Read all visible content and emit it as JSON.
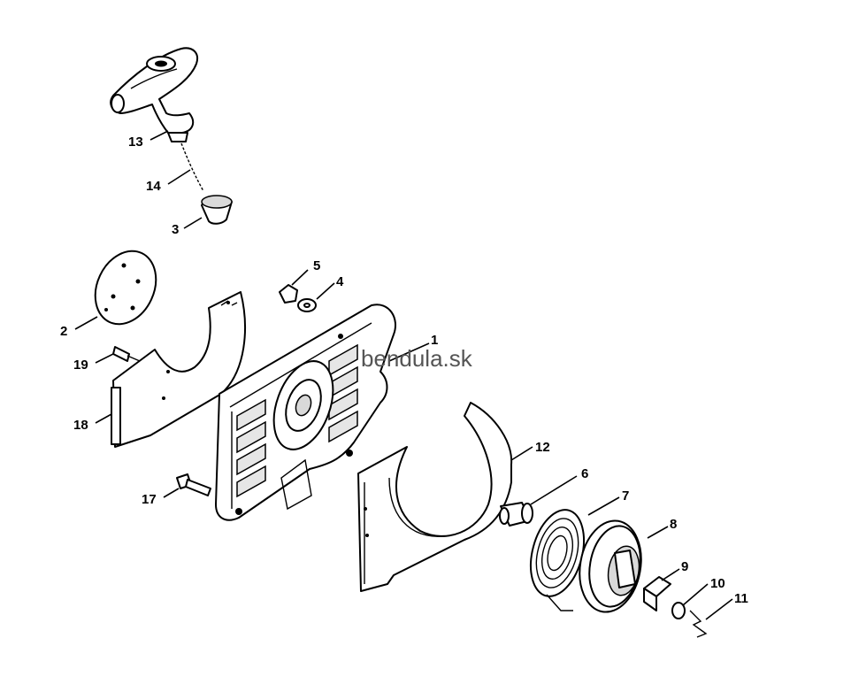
{
  "watermark": "bendula.sk",
  "callouts": [
    {
      "id": "13",
      "label": "13"
    },
    {
      "id": "14",
      "label": "14"
    },
    {
      "id": "3",
      "label": "3"
    },
    {
      "id": "5",
      "label": "5"
    },
    {
      "id": "4",
      "label": "4"
    },
    {
      "id": "2",
      "label": "2"
    },
    {
      "id": "1",
      "label": "1"
    },
    {
      "id": "19",
      "label": "19"
    },
    {
      "id": "18",
      "label": "18"
    },
    {
      "id": "12",
      "label": "12"
    },
    {
      "id": "6",
      "label": "6"
    },
    {
      "id": "7",
      "label": "7"
    },
    {
      "id": "8",
      "label": "8"
    },
    {
      "id": "17",
      "label": "17"
    },
    {
      "id": "9",
      "label": "9"
    },
    {
      "id": "10",
      "label": "10"
    },
    {
      "id": "11",
      "label": "11"
    }
  ]
}
